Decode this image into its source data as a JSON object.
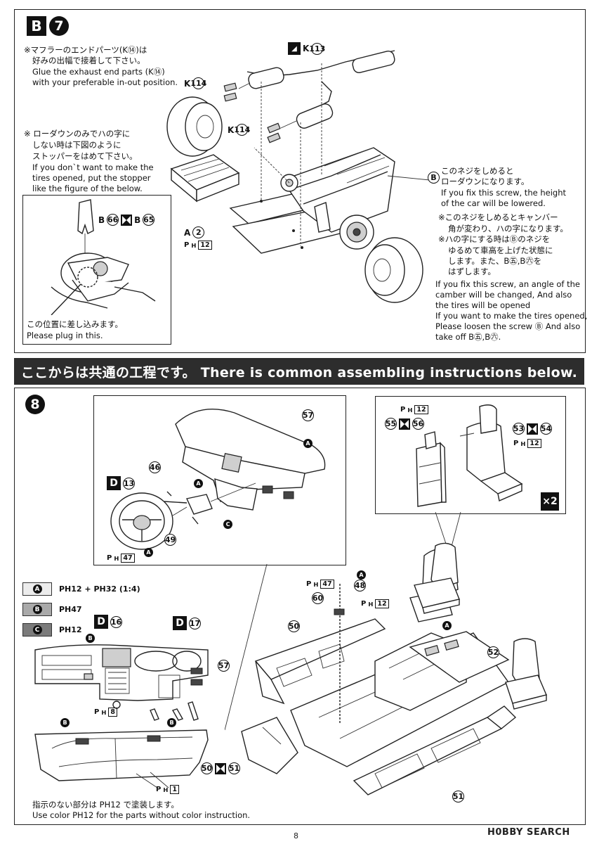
{
  "step_b7": {
    "badge_letter": "B",
    "badge_number": "7",
    "note1_jp_line1": "※マフラーのエンドパーツ(K⑭)は",
    "note1_jp_line2": "好みの出幅で接着して下さい。",
    "note1_en_line1": "Glue the exhaust end parts (K⑭)",
    "note1_en_line2": "with your preferable in-out position.",
    "note2_jp_line1": "※ ローダウンのみでハの字に",
    "note2_jp_line2": "しない時は下図のように",
    "note2_jp_line3": "ストッパーをはめて下さい。",
    "note2_en_line1": "If you don`t want to make the",
    "note2_en_line2": "tires opened, put the stopper",
    "note2_en_line3": "like the figure of the below.",
    "inset_label_b66": "66",
    "inset_label_b65": "65",
    "inset_caption_jp": "この位置に差し込みます。",
    "inset_caption_en": "Please plug in this.",
    "label_k113": "K",
    "num_113": "113",
    "label_k114": "K",
    "num_114": "114",
    "label_a2": "A",
    "num_2": "2",
    "ph_12": "12",
    "screw_jp_line1": "このネジをしめると",
    "screw_jp_line2": "ローダウンになります。",
    "screw_en_line1": "If you fix this screw, the height",
    "screw_en_line2": "of the car will be lowered.",
    "camber_jp_line1": "※このネジをしめるとキャンバー",
    "camber_jp_line2": "角が変わり、ハの字になります。",
    "camber_jp_line3": "※ハの字にする時はⒷのネジを",
    "camber_jp_line4": "ゆるめて車高を上げた状態に",
    "camber_jp_line5": "します。また、B㊄,B㊅を",
    "camber_jp_line6": "はずします。",
    "camber_en_line1": "If you fix this screw, an angle of the",
    "camber_en_line2": "camber will be changed, And also",
    "camber_en_line3": "the tires will be opened",
    "camber_en_line4": "If you want to make the tires opened,",
    "camber_en_line5": "Please loosen the screw Ⓑ And also",
    "camber_en_line6": "take off B㊄,B㊅."
  },
  "banner": {
    "text": "ここからは共通の工程です。 There is common assembling instructions below."
  },
  "step8": {
    "number": "8",
    "part_57": "57",
    "part_46": "46",
    "part_49": "49",
    "part_d13_letter": "D",
    "part_13": "13",
    "ph_47": "47",
    "part_55": "55",
    "part_56": "56",
    "part_53": "53",
    "part_54": "54",
    "ph_12": "12",
    "x2": "×2",
    "part_48": "48",
    "part_60": "60",
    "part_50": "50",
    "part_52": "52",
    "part_51": "51",
    "part_d16_letter": "D",
    "part_16": "16",
    "part_d17_letter": "D",
    "part_17": "17",
    "ph_8": "8",
    "ph_1": "1",
    "legend": [
      {
        "key": "A",
        "value": "PH12 + PH32 (1:4)",
        "color": "#ececec"
      },
      {
        "key": "B",
        "value": "PH47",
        "color": "#a9a9a9"
      },
      {
        "key": "C",
        "value": "PH12",
        "color": "#7b7b7b"
      }
    ],
    "footer_jp": "指示のない部分は PH12 で塗装します。",
    "footer_en": "Use color PH12 for the parts without color instruction."
  },
  "page_number": "8",
  "watermark": "H0BBY SEARCH"
}
